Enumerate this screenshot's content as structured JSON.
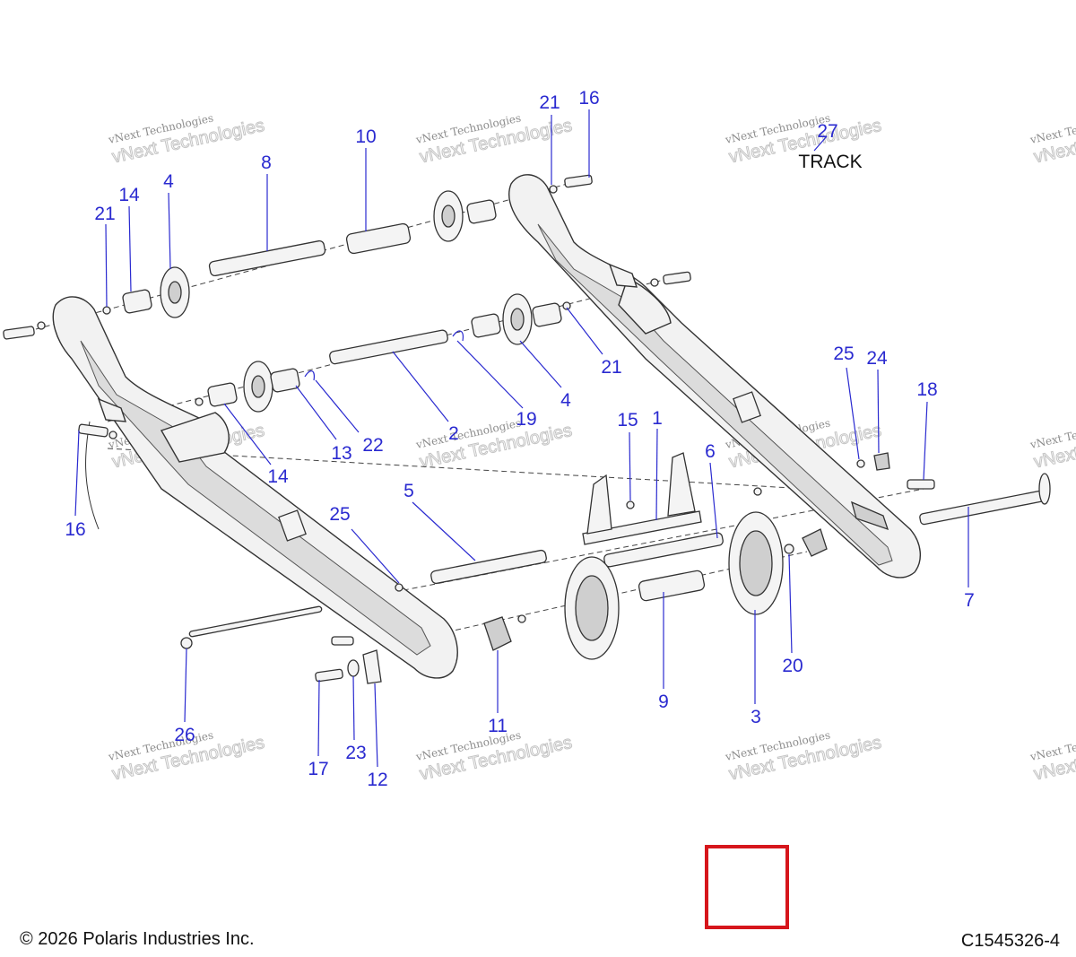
{
  "track_label": "TRACK",
  "copyright": "© 2026 Polaris Industries Inc.",
  "diagram_code": "C1545326-4",
  "watermark": {
    "line1": "vNext Technologies",
    "line2": "vNext Technologies"
  },
  "colors": {
    "callout": "#2a2ad0",
    "highlight_box": "#d6161c"
  },
  "callouts": [
    {
      "id": "21a",
      "label": "21"
    },
    {
      "id": "16a",
      "label": "16"
    },
    {
      "id": "27",
      "label": "27"
    },
    {
      "id": "10",
      "label": "10"
    },
    {
      "id": "8",
      "label": "8"
    },
    {
      "id": "4a",
      "label": "4"
    },
    {
      "id": "14a",
      "label": "14"
    },
    {
      "id": "21b",
      "label": "21"
    },
    {
      "id": "21c",
      "label": "21"
    },
    {
      "id": "4b",
      "label": "4"
    },
    {
      "id": "19",
      "label": "19"
    },
    {
      "id": "2",
      "label": "2"
    },
    {
      "id": "22",
      "label": "22"
    },
    {
      "id": "13",
      "label": "13"
    },
    {
      "id": "14b",
      "label": "14"
    },
    {
      "id": "16b",
      "label": "16"
    },
    {
      "id": "25a",
      "label": "25"
    },
    {
      "id": "24",
      "label": "24"
    },
    {
      "id": "18",
      "label": "18"
    },
    {
      "id": "15",
      "label": "15"
    },
    {
      "id": "1",
      "label": "1"
    },
    {
      "id": "6",
      "label": "6"
    },
    {
      "id": "5",
      "label": "5"
    },
    {
      "id": "25b",
      "label": "25"
    },
    {
      "id": "7",
      "label": "7"
    },
    {
      "id": "20",
      "label": "20"
    },
    {
      "id": "9",
      "label": "9"
    },
    {
      "id": "3",
      "label": "3"
    },
    {
      "id": "11",
      "label": "11"
    },
    {
      "id": "26",
      "label": "26"
    },
    {
      "id": "23",
      "label": "23"
    },
    {
      "id": "17",
      "label": "17"
    },
    {
      "id": "12",
      "label": "12"
    }
  ]
}
